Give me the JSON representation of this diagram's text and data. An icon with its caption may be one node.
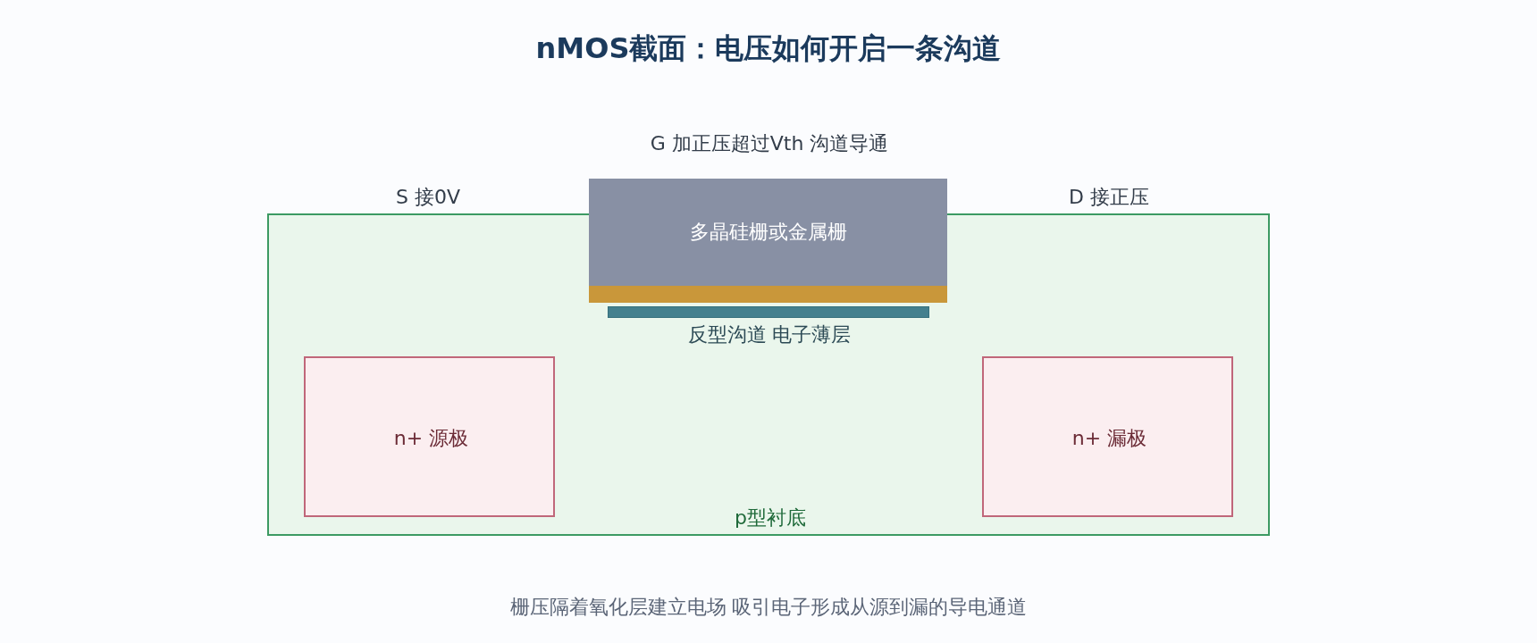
{
  "diagram": {
    "title": "nMOS截面：电压如何开启一条沟道",
    "nodes": [
      {
        "text": [
          "p型衬底"
        ]
      },
      {
        "text": [
          "多晶硅栅或金属栅"
        ],
        "beside": [
          "G 加正压超过Vth 沟道导通"
        ]
      },
      {
        "text": [],
        "shape": "bar",
        "in": 0
      },
      {
        "text": [],
        "shape": "bar",
        "in": 0,
        "beside": [
          "反型沟道 电子薄层"
        ]
      },
      {
        "text": [
          "n+ 源极"
        ],
        "in": 0
      },
      {
        "text": [
          "n+ 漏极"
        ],
        "in": 0
      }
    ],
    "labels": [
      "S 接0V",
      "D 接正压"
    ],
    "caption": "栅压隔着氧化层建立电场 吸引电子形成从源到漏的导电通道"
  }
}
